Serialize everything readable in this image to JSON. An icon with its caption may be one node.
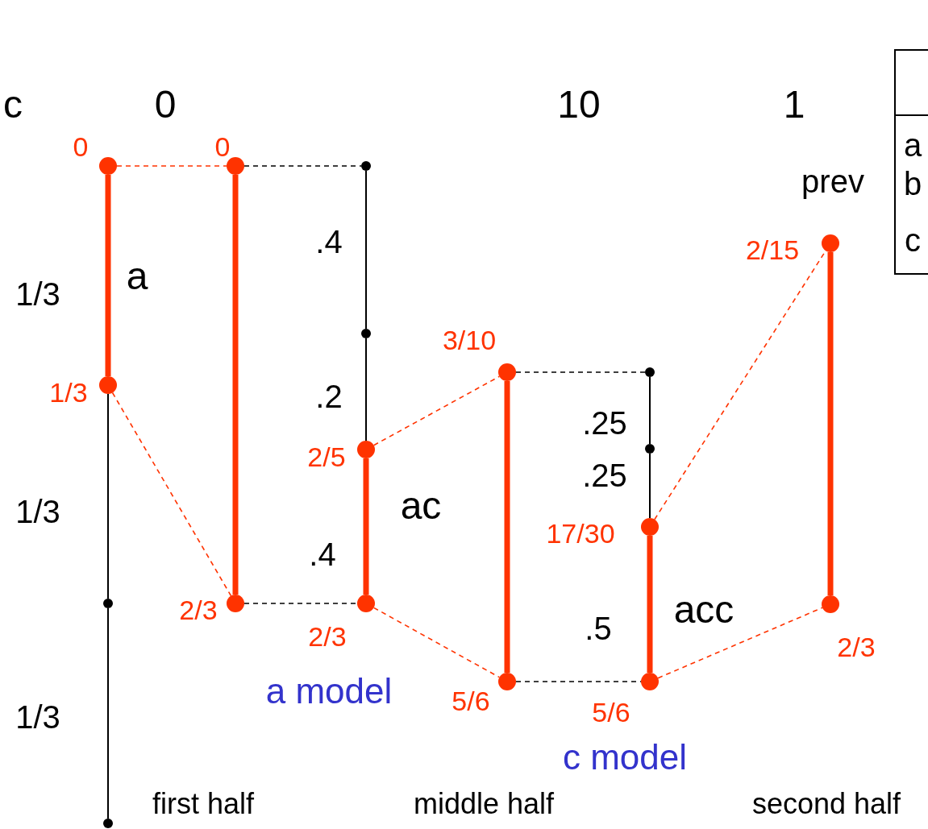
{
  "diagram": {
    "nodes": [
      {
        "text": [],
        "shape": "circle",
        "beside": [
          "0"
        ]
      },
      {
        "text": [],
        "shape": "circle",
        "beside": [
          "1/3"
        ]
      },
      {
        "text": [],
        "shape": "circle"
      },
      {
        "text": [],
        "shape": "circle"
      },
      {
        "text": [],
        "shape": "circle",
        "beside": [
          "0"
        ]
      },
      {
        "text": [],
        "shape": "circle",
        "beside": [
          "2/3"
        ]
      },
      {
        "text": [],
        "shape": "circle"
      },
      {
        "text": [],
        "shape": "circle"
      },
      {
        "text": [],
        "shape": "circle",
        "beside": [
          "2/5"
        ]
      },
      {
        "text": [],
        "shape": "circle",
        "beside": [
          "2/3"
        ]
      },
      {
        "text": [],
        "shape": "circle",
        "beside": [
          "3/10"
        ]
      },
      {
        "text": [],
        "shape": "circle",
        "beside": [
          "5/6"
        ]
      },
      {
        "text": [],
        "shape": "circle"
      },
      {
        "text": [],
        "shape": "circle"
      },
      {
        "text": [],
        "shape": "circle",
        "beside": [
          "17/30"
        ]
      },
      {
        "text": [],
        "shape": "circle",
        "beside": [
          "5/6"
        ]
      },
      {
        "text": [],
        "shape": "circle",
        "beside": [
          "2/15"
        ]
      },
      {
        "text": [],
        "shape": "circle",
        "beside": [
          "2/3"
        ]
      }
    ],
    "edges": [
      {
        "from": 0,
        "to": 1,
        "arrow": "none",
        "style": "thick"
      },
      {
        "from": 1,
        "to": 2,
        "arrow": "none",
        "color": "#000000"
      },
      {
        "from": 2,
        "to": 3,
        "arrow": "none",
        "color": "#000000"
      },
      {
        "from": 4,
        "to": 5,
        "arrow": "none",
        "style": "thick"
      },
      {
        "from": 6,
        "to": 7,
        "arrow": "none",
        "color": "#000000"
      },
      {
        "from": 7,
        "to": 8,
        "arrow": "none",
        "color": "#000000"
      },
      {
        "from": 8,
        "to": 9,
        "arrow": "none",
        "style": "thick"
      },
      {
        "from": 10,
        "to": 11,
        "arrow": "none",
        "style": "thick"
      },
      {
        "from": 12,
        "to": 13,
        "arrow": "none",
        "color": "#000000"
      },
      {
        "from": 13,
        "to": 14,
        "arrow": "none",
        "color": "#000000"
      },
      {
        "from": 14,
        "to": 15,
        "arrow": "none",
        "style": "thick"
      },
      {
        "from": 16,
        "to": 17,
        "arrow": "none",
        "style": "thick"
      },
      {
        "from": 0,
        "to": 4,
        "arrow": "none",
        "style": "dashed"
      },
      {
        "from": 4,
        "to": 6,
        "arrow": "none",
        "style": "dashed",
        "color": "#000000"
      },
      {
        "from": 1,
        "to": 5,
        "arrow": "none",
        "style": "dashed"
      },
      {
        "from": 5,
        "to": 9,
        "arrow": "none",
        "style": "dashed",
        "color": "#000000"
      },
      {
        "from": 8,
        "to": 10,
        "arrow": "none",
        "style": "dashed"
      },
      {
        "from": 9,
        "to": 11,
        "arrow": "none",
        "style": "dashed"
      },
      {
        "from": 10,
        "to": 12,
        "arrow": "none",
        "style": "dashed",
        "color": "#000000"
      },
      {
        "from": 11,
        "to": 15,
        "arrow": "none",
        "style": "dashed",
        "color": "#000000"
      },
      {
        "from": 14,
        "to": 16,
        "arrow": "none",
        "style": "dashed"
      },
      {
        "from": 15,
        "to": 17,
        "arrow": "none",
        "style": "dashed"
      }
    ],
    "labels": [
      "c",
      "0",
      "10",
      "1",
      "a",
      "b",
      "c",
      "prev",
      "a",
      ".4",
      "1/3",
      ".2",
      ".25",
      ".25",
      "1/3",
      "ac",
      ".4",
      "acc",
      ".5",
      "a model",
      "1/3",
      "c model",
      "first half",
      "middle half",
      "second half"
    ]
  }
}
